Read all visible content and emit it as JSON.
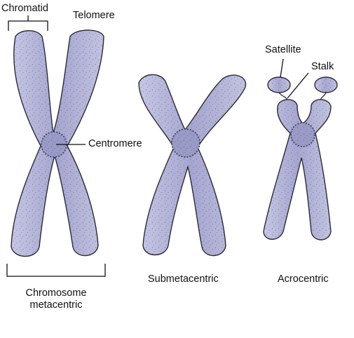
{
  "labels": {
    "chromatid": "Chromatid",
    "telomere": "Telomere",
    "centromere": "Centromere",
    "satellite": "Satellite",
    "stalk": "Stalk",
    "metacentric_line1": "Chromosome",
    "metacentric_line2": "metacentric",
    "submetacentric": "Submetacentric",
    "acrocentric": "Acrocentric"
  },
  "colors": {
    "chromosome_fill": "#b8b8dc",
    "chromosome_shade": "#8686b8",
    "outline": "#2a2a3a"
  }
}
